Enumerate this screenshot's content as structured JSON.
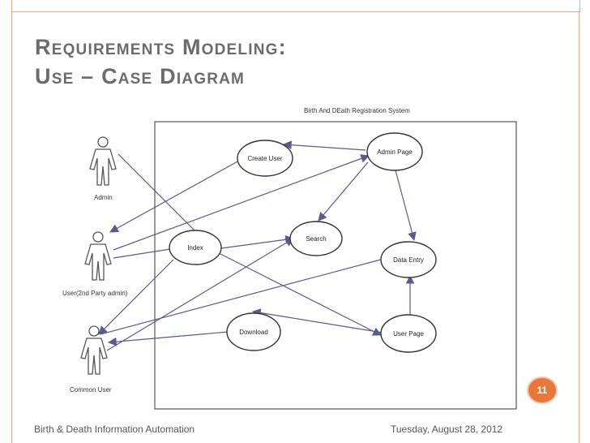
{
  "slide": {
    "title_line1": "Requirements Modeling:",
    "title_line2": "Use – Case Diagram",
    "footer_left": "Birth & Death Information Automation",
    "footer_date": "Tuesday, August 28, 2012",
    "page_number": "11"
  },
  "diagram": {
    "system_name": "Birth And DEath Registration System",
    "actors": {
      "admin": "Admin",
      "party_admin": "User(2nd Party admin)",
      "common_user": "Common User"
    },
    "use_cases": {
      "create_user": "Create User",
      "admin_page": "Admin Page",
      "index": "Index",
      "search": "Search",
      "data_entry": "Data Entry",
      "download": "Download",
      "user_page": "User Page"
    }
  },
  "colors": {
    "accent": "#e8773a",
    "line": "#5a5a8e",
    "ellipse_fill": "#ffffff"
  }
}
